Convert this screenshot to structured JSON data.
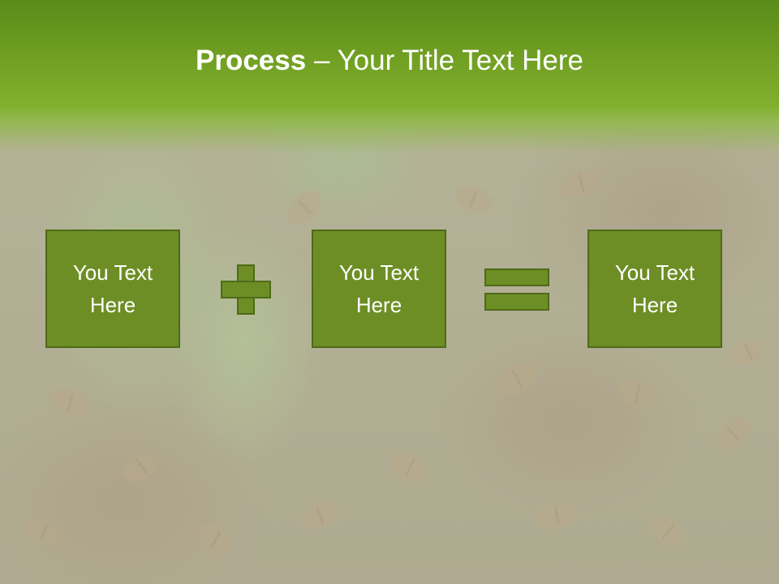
{
  "slide": {
    "title_bold": "Process",
    "title_rest": " – Your Title Text Here",
    "steps": [
      {
        "text": "You Text Here"
      },
      {
        "text": "You Text Here"
      },
      {
        "text": "You Text Here"
      }
    ],
    "operators": [
      "plus-icon",
      "equals-icon"
    ]
  },
  "colors": {
    "header_green": "#6f9e22",
    "box_fill": "#6d8e25",
    "box_border": "#4e6b18",
    "text": "#ffffff"
  }
}
